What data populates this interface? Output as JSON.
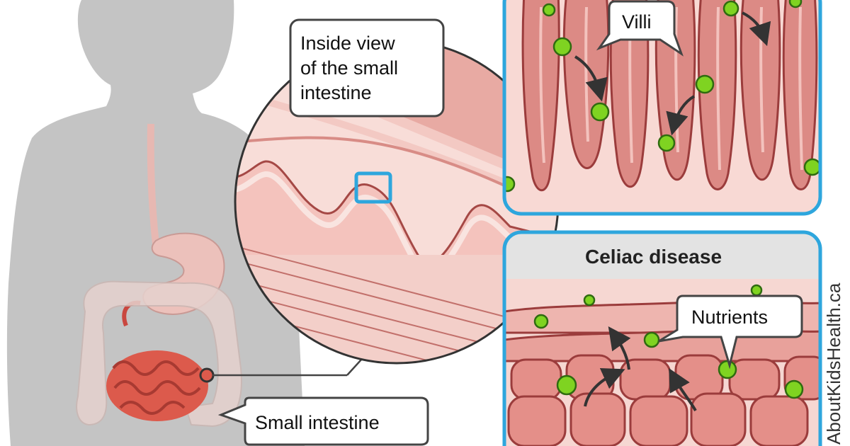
{
  "labels": {
    "inside_view": [
      "Inside view",
      "of the small",
      "intestine"
    ],
    "small_intestine": "Small intestine",
    "villi": "Villi",
    "celiac_disease": "Celiac disease",
    "nutrients": "Nutrients"
  },
  "watermark": "AboutKidsHealth.ca",
  "colors": {
    "silhouette": "#c4c4c4",
    "tissue_light": "#f6d2cd",
    "tissue_mid": "#e9a7a1",
    "tissue_dark": "#b85a58",
    "villus_inner": "#c86a6a",
    "nutrient_green": "#7fd321",
    "panel_border": "#2ea6dd",
    "intestine_red": "#dc5a4c"
  }
}
